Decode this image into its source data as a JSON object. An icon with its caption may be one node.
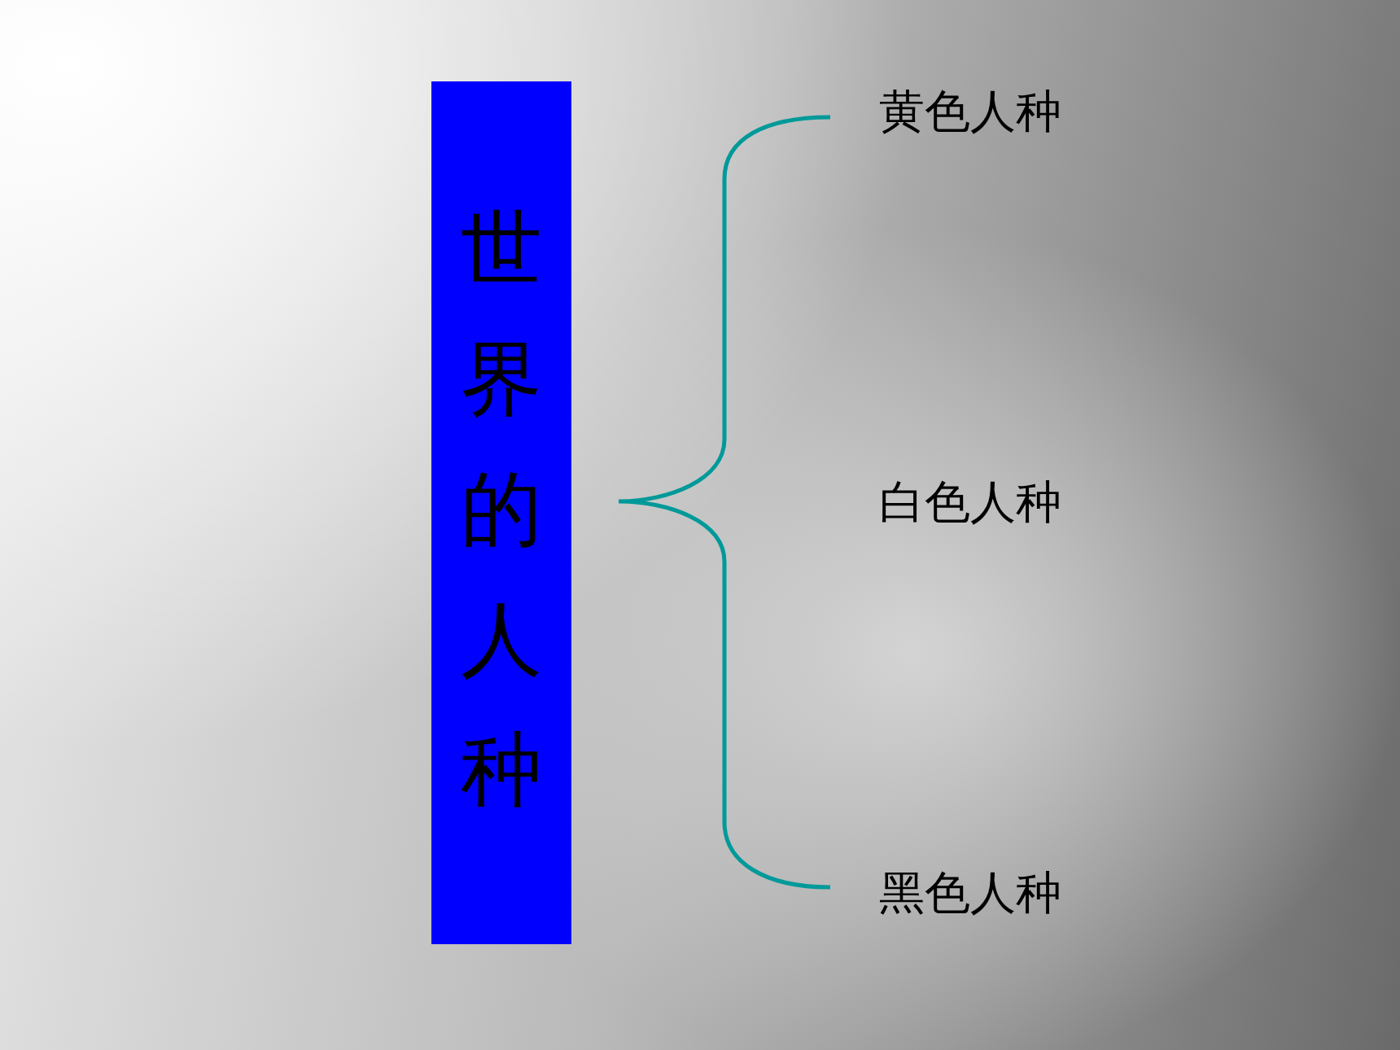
{
  "diagram": {
    "nodes": [
      {
        "text": [
          "世界的人种"
        ]
      },
      {
        "text": [
          "黄色人种"
        ]
      },
      {
        "text": [
          "白色人种"
        ]
      },
      {
        "text": [
          "黑色人种"
        ]
      }
    ]
  }
}
